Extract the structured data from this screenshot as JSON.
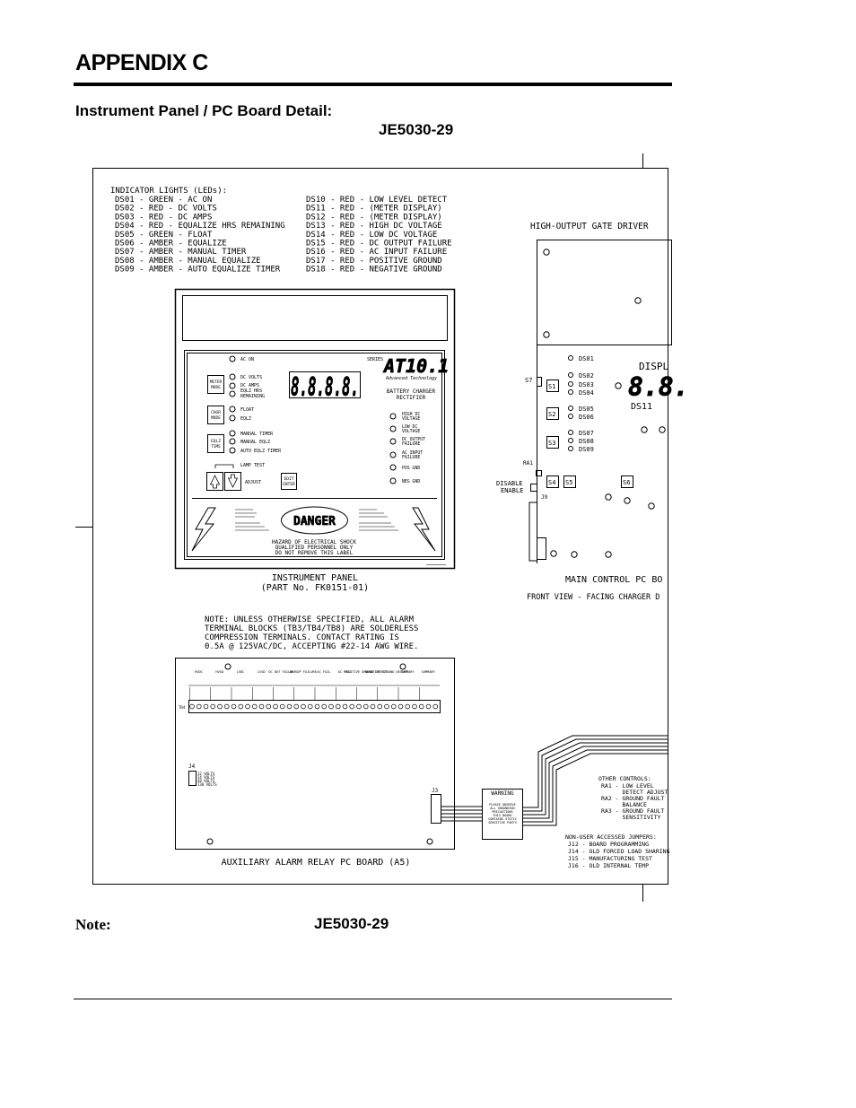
{
  "header": {
    "appendix_title": "APPENDIX C",
    "section_title": "Instrument Panel / PC Board Detail:",
    "drawing_id": "JE5030-29"
  },
  "indicator_lights": {
    "heading": "INDICATOR LIGHTS (LEDs):",
    "left_column": [
      "DS01 - GREEN - AC ON",
      "DS02 - RED   - DC VOLTS",
      "DS03 - RED   - DC AMPS",
      "DS04 - RED   - EQUALIZE HRS REMAINING",
      "DS05 - GREEN - FLOAT",
      "DS06 - AMBER - EQUALIZE",
      "DS07 - AMBER - MANUAL TIMER",
      "DS08 - AMBER - MANUAL EQUALIZE",
      "DS09 - AMBER - AUTO EQUALIZE TIMER"
    ],
    "right_column": [
      "DS10 - RED - LOW LEVEL DETECT",
      "DS11 - RED - (METER DISPLAY)",
      "DS12 - RED - (METER DISPLAY)",
      "DS13 - RED - HIGH DC VOLTAGE",
      "DS14 - RED - LOW DC VOLTAGE",
      "DS15 - RED - DC OUTPUT FAILURE",
      "DS16 - RED - AC INPUT FAILURE",
      "DS17 - RED - POSITIVE GROUND",
      "DS18 - RED - NEGATIVE GROUND"
    ]
  },
  "instrument_panel": {
    "display_digits": "8.8.8.8.",
    "series_label": "SERIES",
    "brand": "AT10.1",
    "brand_sub": "Advanced Technology",
    "product_line1": "BATTERY CHARGER",
    "product_line2": "RECTIFIER",
    "left_leds": [
      "AC ON",
      "DC VOLTS",
      "DC AMPS",
      "EQLZ HRS",
      "REMAINING",
      "FLOAT",
      "EQLZ",
      "MANUAL TIMER",
      "MANUAL EQLZ",
      "AUTO EQLZ TIMER"
    ],
    "mode_buttons": [
      [
        "METER",
        "MODE"
      ],
      [
        "CHGR",
        "MODE"
      ],
      [
        "EQLZ",
        "TIME"
      ]
    ],
    "right_leds": [
      [
        "HIGH DC",
        "VOLTAGE"
      ],
      [
        "LOW DC",
        "VOLTAGE"
      ],
      [
        "DC OUTPUT",
        "FAILURE"
      ],
      [
        "AC INPUT",
        "FAILURE"
      ],
      [
        "POS GND"
      ],
      [
        "NEG GND"
      ]
    ],
    "lamp_test": "LAMP TEST",
    "adjust": "ADJUST",
    "edit_enter": [
      "EDIT",
      "ENTER"
    ],
    "danger": "DANGER",
    "hazard_lines": [
      "HAZARD OF ELECTRICAL SHOCK",
      "QUALIFIED PERSONNEL ONLY",
      "DO NOT REMOVE THIS LABEL"
    ],
    "caption": "INSTRUMENT PANEL",
    "part_number": "(PART No. FK0151-01)"
  },
  "main_board": {
    "gate_driver": "HIGH-OUTPUT GATE DRIVER",
    "display_label": "DISPL",
    "display_digits": "8.8.",
    "ds11_label": "DS11",
    "leds": [
      "DS01",
      "DS02",
      "DS03",
      "DS04",
      "DS05",
      "DS06",
      "DS07",
      "DS08",
      "DS09"
    ],
    "switches": [
      "S7",
      "S1",
      "S2",
      "S3",
      "S4",
      "S5",
      "S6"
    ],
    "ra1": "RA1",
    "disable": "DISABLE",
    "enable": "ENABLE",
    "j9": "J9",
    "caption": "MAIN CONTROL PC BO",
    "front_view": "FRONT VIEW - FACING CHARGER D"
  },
  "alarm_note": [
    "NOTE: UNLESS OTHERWISE SPECIFIED, ALL ALARM",
    "TERMINAL BLOCKS (TB3/TB4/TB8) ARE SOLDERLESS",
    "COMPRESSION TERMINALS.  CONTACT RATING IS",
    "0.5A @ 125VAC/DC, ACCEPTING #22-14 AWG WIRE."
  ],
  "alarm_board": {
    "relay_groups": [
      "HVDC",
      "HVSD",
      "LVDC",
      "LVSD",
      "DC OUT FAILURE",
      "AC SUP FAILURE",
      "AC FAIL",
      "AC FAIL",
      "POSITIVE GROUND DETECT",
      "NEGATIVE GROUND DETECT",
      "SUMMARY",
      "SUMMARY"
    ],
    "tb_label": "TB4",
    "j4_label": "J4",
    "j4_items": [
      "12 VOLTS",
      "24 VOLTS",
      "48 VOLTS",
      "130 VOLTS"
    ],
    "j3_label": "J3",
    "caption": "AUXILIARY ALARM RELAY PC BOARD (A5)"
  },
  "warning_label": {
    "title": "WARNING",
    "lines": [
      "PLEASE OBSERVE",
      "ALL GROUNDING",
      "PRECAUTIONS",
      "THIS BOARD",
      "CONTAINS STATIC",
      "SENSITIVE PARTS"
    ]
  },
  "other_controls": {
    "heading": "OTHER CONTROLS:",
    "items": [
      "RA1 - LOW LEVEL",
      "      DETECT ADJUST",
      "RA2 - GROUND FAULT",
      "      BALANCE",
      "RA3 - GROUND FAULT",
      "      SENSITIVITY"
    ]
  },
  "jumpers": {
    "heading": "NON-USER ACCESSED JUMPERS:",
    "items": [
      "J12 - BOARD PROGRAMMING",
      "J14 - OLD FORCED LOAD SHARING",
      "J15 - MANUFACTURING TEST",
      "J16 - OLD INTERNAL TEMP"
    ]
  },
  "footer": {
    "note_label": "Note:",
    "drawing_id": "JE5030-29"
  }
}
